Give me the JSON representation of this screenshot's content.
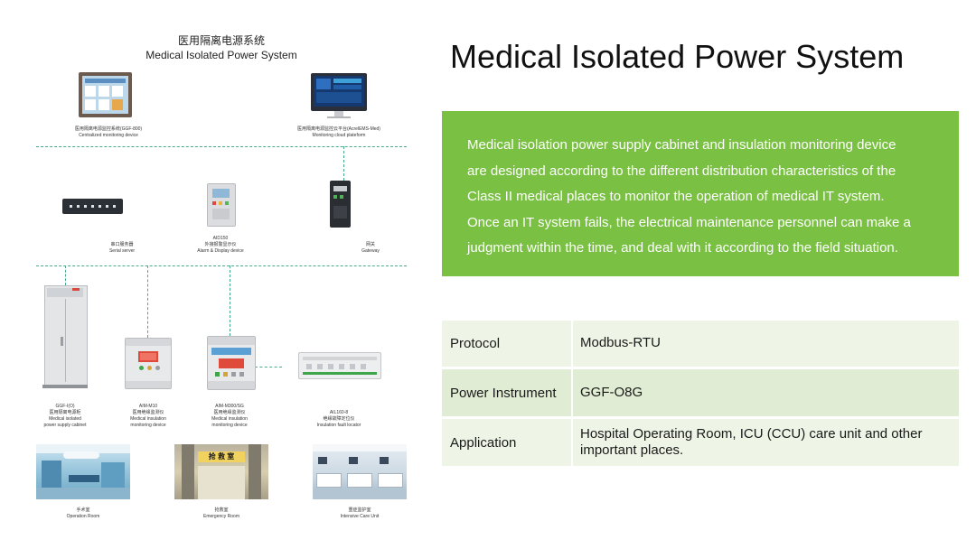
{
  "diagram": {
    "title_cn": "医用隔离电源系统",
    "title_en": "Medical Isolated Power System",
    "top_devices": [
      {
        "cn": "医用隔离电源监控系统(GGF-800)",
        "en": "Centralized monitoring device"
      },
      {
        "cn": "医用隔离电源监控云平台(AcrelEMS-Med)",
        "en": "Monitoring cloud plateform"
      }
    ],
    "mid_devices": [
      {
        "model": "",
        "cn": "串口服务器",
        "en": "Serial server"
      },
      {
        "model": "AID150",
        "cn": "外接报警显示仪",
        "en": "Alarm & Display device"
      },
      {
        "model": "",
        "cn": "网关",
        "en": "Gateway"
      }
    ],
    "bottom_devices": [
      {
        "model": "GGF-I(O)",
        "cn": "医用隔离电源柜",
        "en1": "Medical isolated",
        "en2": "power supply cabinet"
      },
      {
        "model": "AIM-M10",
        "cn": "医用绝缘监测仪",
        "en1": "Medical insulation",
        "en2": "monitoring device"
      },
      {
        "model": "AIM-M300/SG",
        "cn": "医用绝缘监测仪",
        "en1": "Medical insulation",
        "en2": "monitoring device"
      },
      {
        "model": "AIL160-8",
        "cn": "绝缘故障定位仪",
        "en1": "Insulation fault locator",
        "en2": ""
      }
    ],
    "rooms": [
      {
        "cn": "手术室",
        "en": "Operation Room"
      },
      {
        "cn": "抢救室",
        "en": "Emergency Room",
        "sign": "抢 救 室"
      },
      {
        "cn": "重症监护室",
        "en": "Intensive Care Unit"
      }
    ]
  },
  "main": {
    "title": "Medical Isolated Power System",
    "description_lines": [
      "Medical isolation power supply cabinet and insulation monitoring device",
      "are designed according to the different distribution characteristics of the",
      "Class II medical places to monitor the operation of medical IT system.",
      "Once an IT system fails, the electrical maintenance personnel can make a",
      "judgment within the time, and deal with it according to the field situation."
    ],
    "specs": [
      {
        "label": "Protocol",
        "value": "Modbus-RTU"
      },
      {
        "label": "Power Instrument",
        "value": "GGF-O8G"
      },
      {
        "label": "Application",
        "value": "Hospital Operating Room, ICU (CCU) care unit and other important places."
      }
    ]
  },
  "colors": {
    "green_panel": "#79c043",
    "spec_row_light": "#eef5e6",
    "spec_row_dark": "#e0ecd3",
    "bus_line": "#49a98d"
  }
}
